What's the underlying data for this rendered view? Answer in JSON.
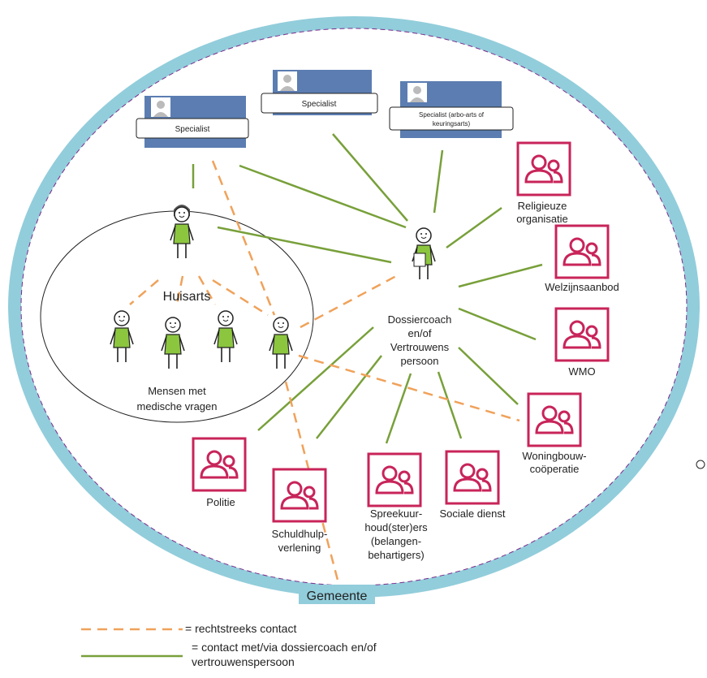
{
  "colors": {
    "ring": "#92CDDB",
    "ring_dash": "#7B2B8B",
    "green_line": "#78A03A",
    "orange_dash": "#F0A25A",
    "org_pink": "#C8245A",
    "person_green": "#8CC63F",
    "specialist_blue": "#5B7DB1"
  },
  "labels": {
    "specialist_1": "Specialist",
    "specialist_2": "Specialist",
    "specialist_3_line1": "Specialist (arbo-arts of",
    "specialist_3_line2": "keuringsarts)",
    "huisarts": "Huisarts",
    "mensen_line1": "Mensen met",
    "mensen_line2": "medische vragen",
    "coach_line1": "Dossiercoach",
    "coach_line2": "en/of",
    "coach_line3": "Vertrouwens",
    "coach_line4": "persoon",
    "religieuze_line1": "Religieuze",
    "religieuze_line2": "organisatie",
    "welzijn": "Welzijnsaanbod",
    "wmo": "WMO",
    "woningbouw_line1": "Woningbouw-",
    "woningbouw_line2": "coöperatie",
    "sociale": "Sociale dienst",
    "spreekuur_line1": "Spreekuur-",
    "spreekuur_line2": "houd(ster)ers",
    "spreekuur_line3": "(belangen-",
    "spreekuur_line4": "behartigers)",
    "schuldhulp_line1": "Schuldhulp-",
    "schuldhulp_line2": "verlening",
    "politie": "Politie",
    "gemeente": "Gemeente"
  },
  "legend": {
    "direct": "= rechtstreeks contact",
    "via_line1": "=  contact met/via dossiercoach en/of",
    "via_line2": "vertrouwenspersoon"
  },
  "icons": {
    "org": "people-icon",
    "person": "person-icon",
    "avatar": "avatar-icon"
  }
}
